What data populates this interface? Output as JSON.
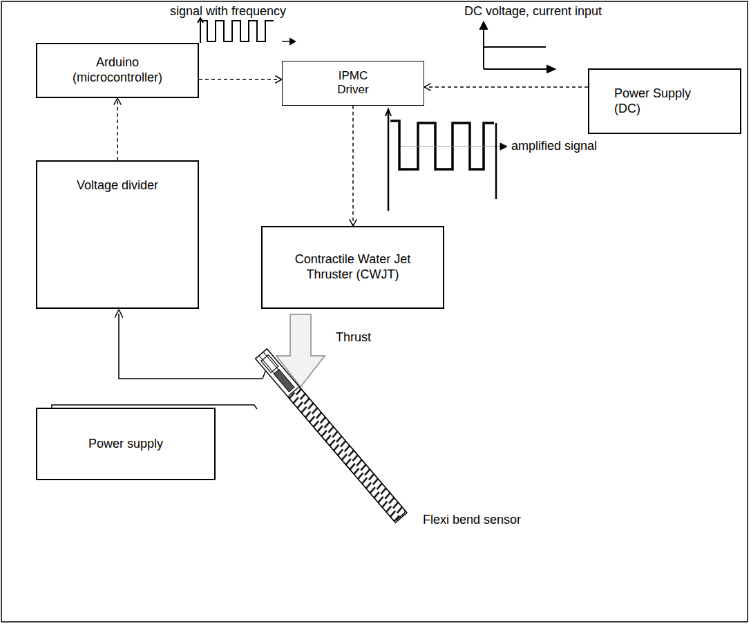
{
  "diagram": {
    "nodes": [
      {
        "text": [
          "Arduino (microcontroller)"
        ]
      },
      {
        "text": [
          "IPMC Driver"
        ]
      },
      {
        "text": [
          "Power Supply (DC)"
        ]
      },
      {
        "text": [
          "Voltage divider"
        ]
      },
      {
        "text": [
          "Contractile Water Jet Thruster (CWJT)"
        ]
      },
      {
        "text": [
          "Power supply"
        ]
      }
    ],
    "edges": [
      {
        "from": 0,
        "to": 1,
        "arrow": "to"
      },
      {
        "from": 2,
        "to": 1,
        "arrow": "to"
      },
      {
        "from": 1,
        "to": 4,
        "arrow": "to"
      },
      {
        "from": 3,
        "to": 0,
        "arrow": "to"
      }
    ],
    "labels": [
      "signal with frequency",
      "DC voltage, current input",
      "amplified signal",
      "Thrust",
      "Flexi bend sensor"
    ]
  }
}
